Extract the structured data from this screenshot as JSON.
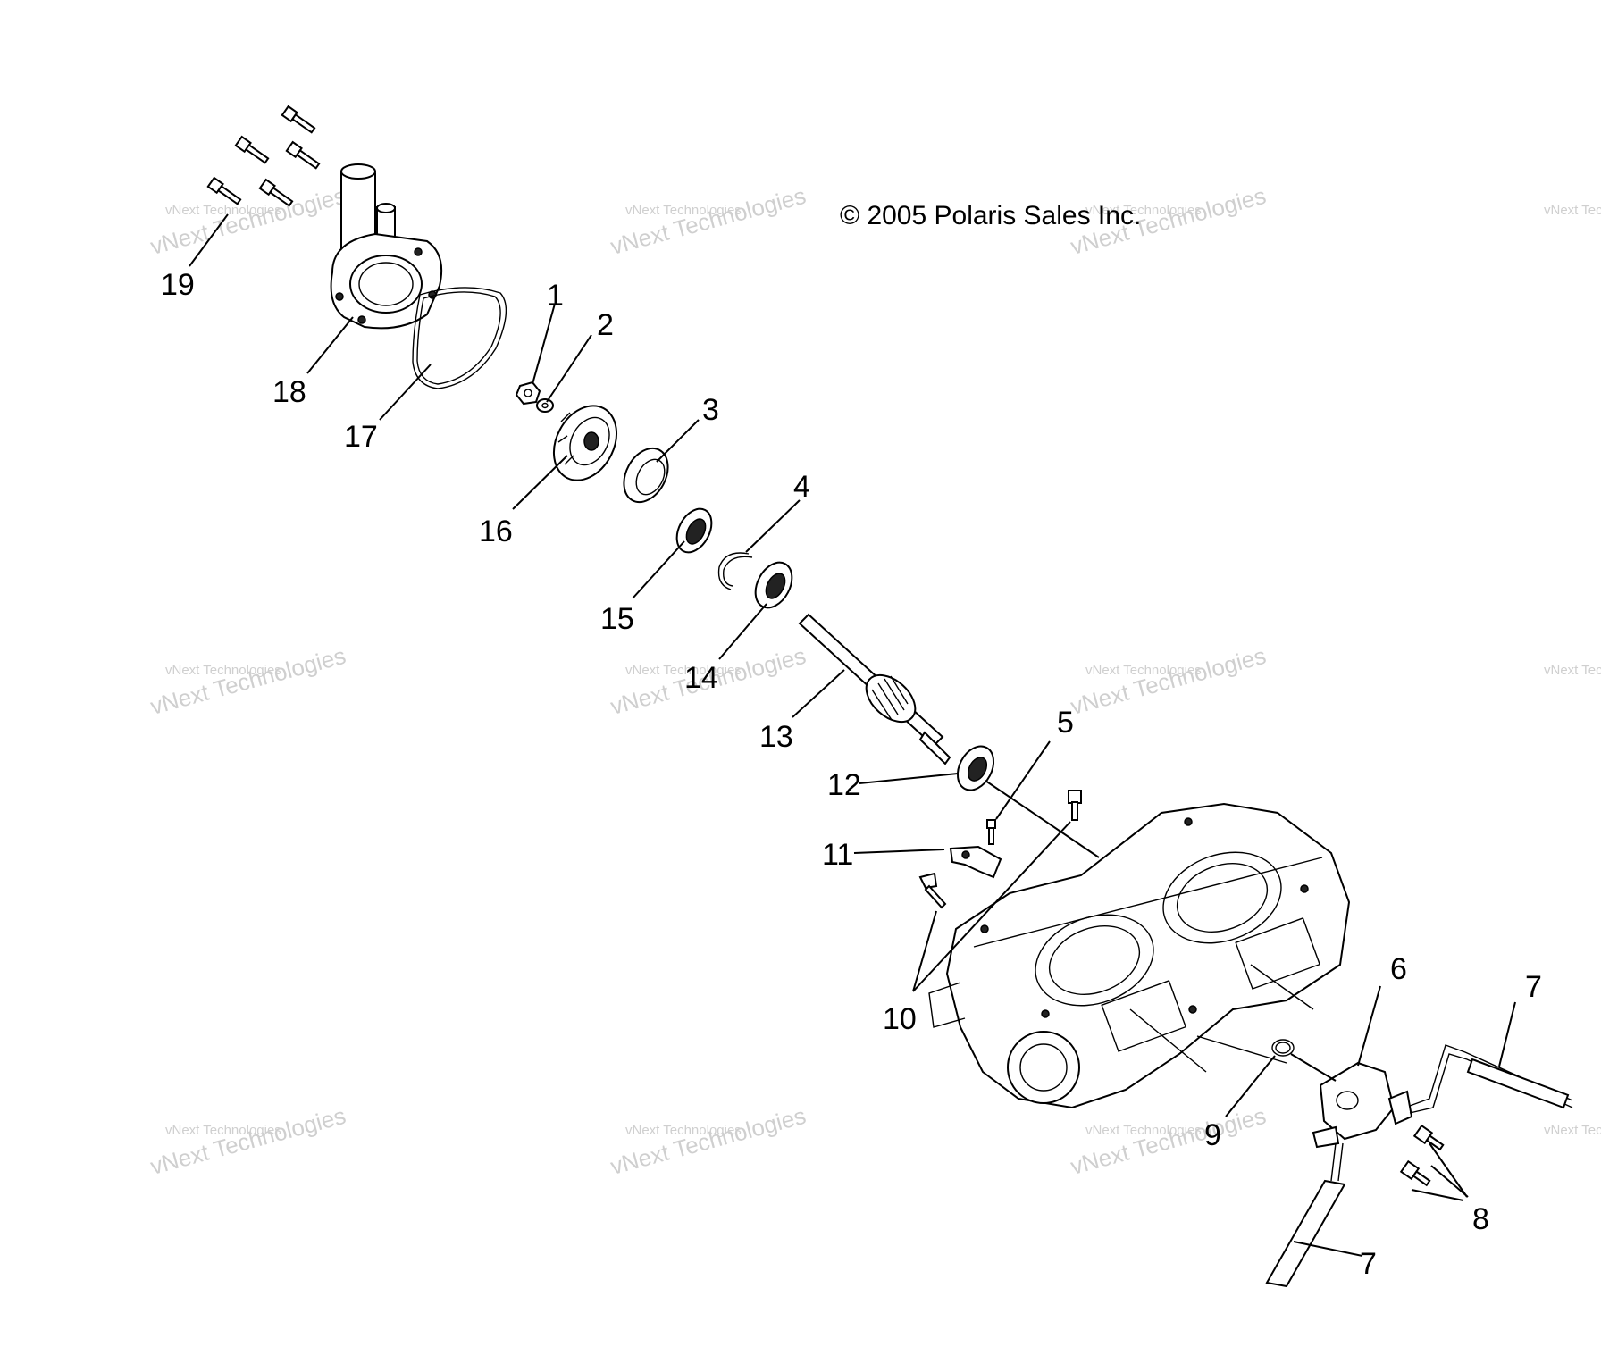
{
  "copyright": "© 2005 Polaris Sales Inc.",
  "watermark": {
    "line1": "vNext Technologies",
    "line2": "vNext Technologies"
  },
  "callouts": {
    "c1": "1",
    "c2": "2",
    "c3": "3",
    "c4": "4",
    "c5": "5",
    "c6": "6",
    "c7a": "7",
    "c7b": "7",
    "c8": "8",
    "c9": "9",
    "c10": "10",
    "c11": "11",
    "c12": "12",
    "c13": "13",
    "c14": "14",
    "c15": "15",
    "c16": "16",
    "c17": "17",
    "c18": "18",
    "c19": "19"
  },
  "colors": {
    "line": "#000000",
    "watermark": "#cfcfcf",
    "background": "#ffffff"
  }
}
